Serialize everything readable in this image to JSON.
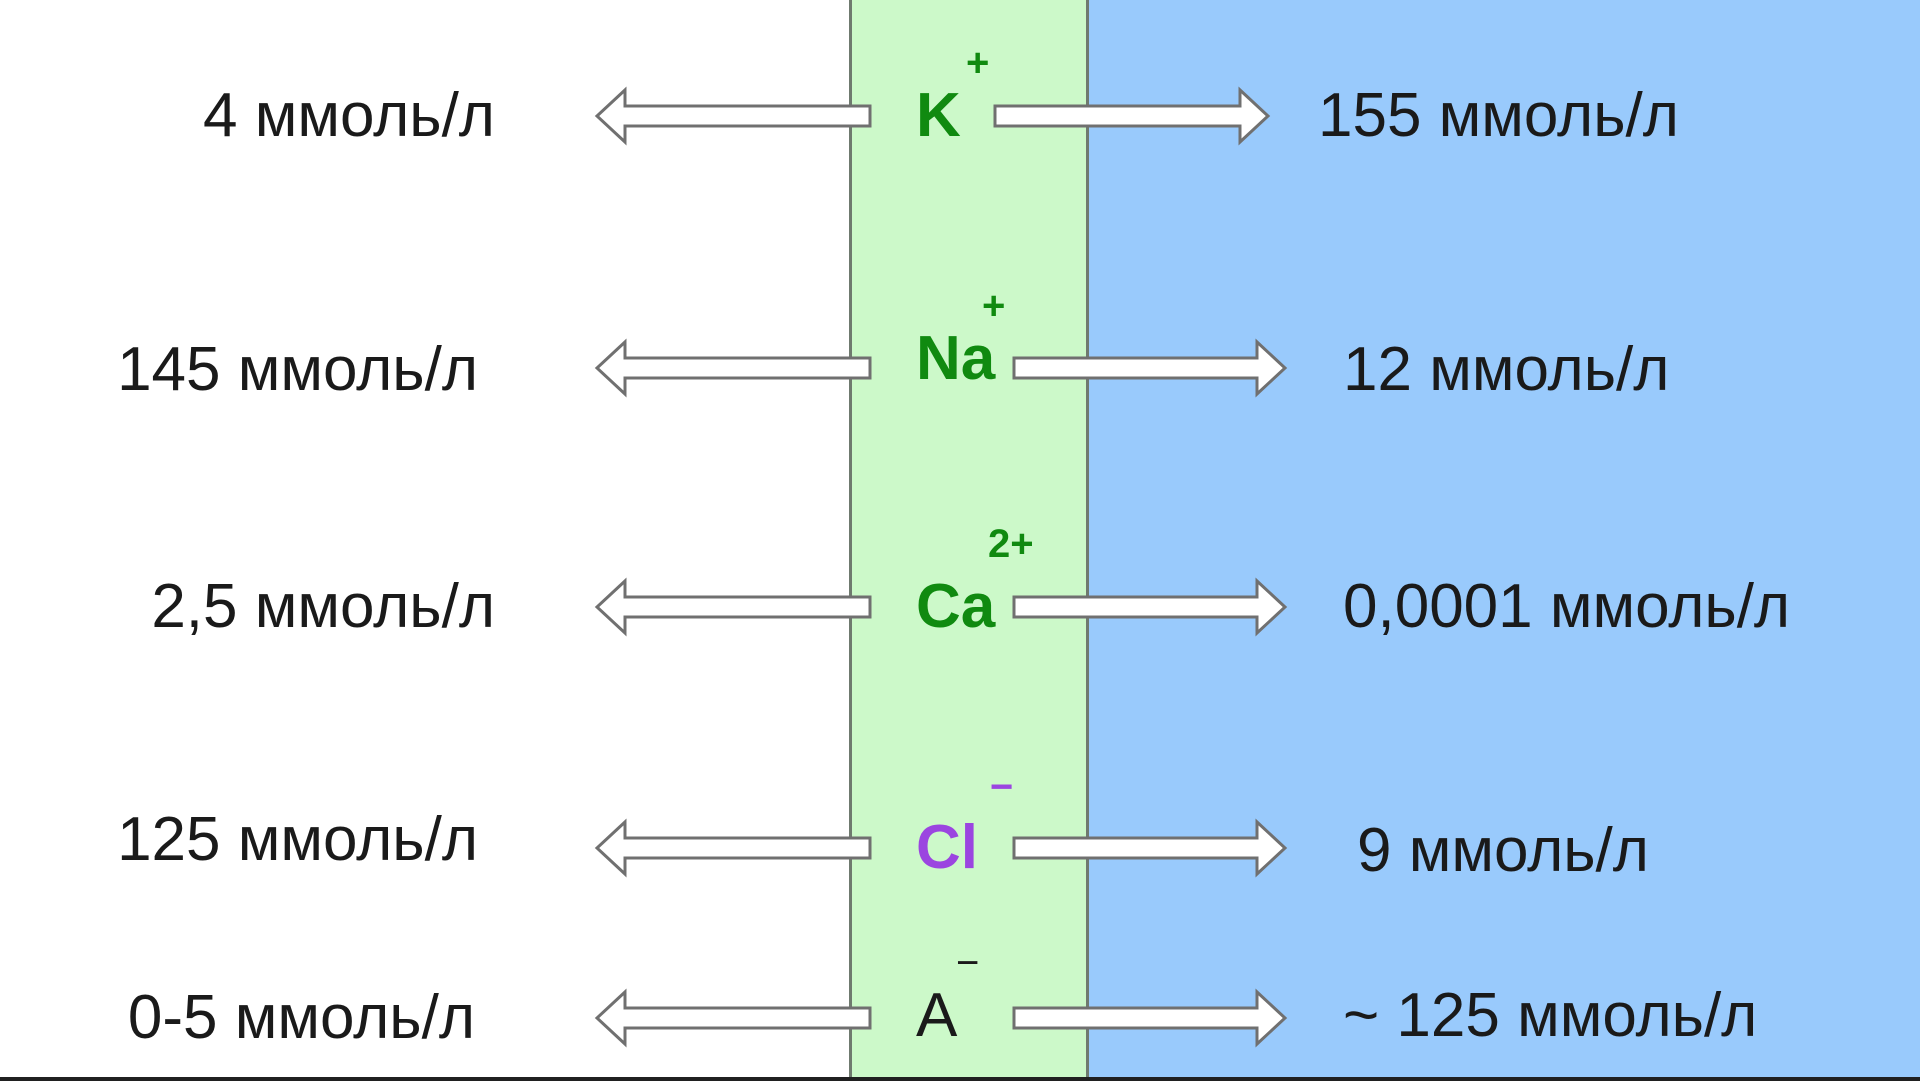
{
  "colors": {
    "outside": "#ffffff",
    "membrane": "#ccf9c9",
    "inside": "#99cafc",
    "cation": "#108a10",
    "chloride": "#9b45e0",
    "anion": "#1a1a1a"
  },
  "ions": [
    {
      "symbol": "K",
      "charge": "+",
      "outside": "4 ммоль/л",
      "inside": "155 ммоль/л",
      "color": "#108a10"
    },
    {
      "symbol": "Na",
      "charge": "+",
      "outside": "145 ммоль/л",
      "inside": "12 ммоль/л",
      "color": "#108a10"
    },
    {
      "symbol": "Ca",
      "charge": "2+",
      "outside": "2,5 ммоль/л",
      "inside": "0,0001 ммоль/л",
      "color": "#108a10"
    },
    {
      "symbol": "Cl",
      "charge": "−",
      "outside": "125 ммоль/л",
      "inside": "9 ммоль/л",
      "color": "#9b45e0"
    },
    {
      "symbol": "A",
      "charge": "−",
      "outside": "0-5 ммоль/л",
      "inside": "~ 125 ммоль/л",
      "color": "#1a1a1a"
    }
  ]
}
